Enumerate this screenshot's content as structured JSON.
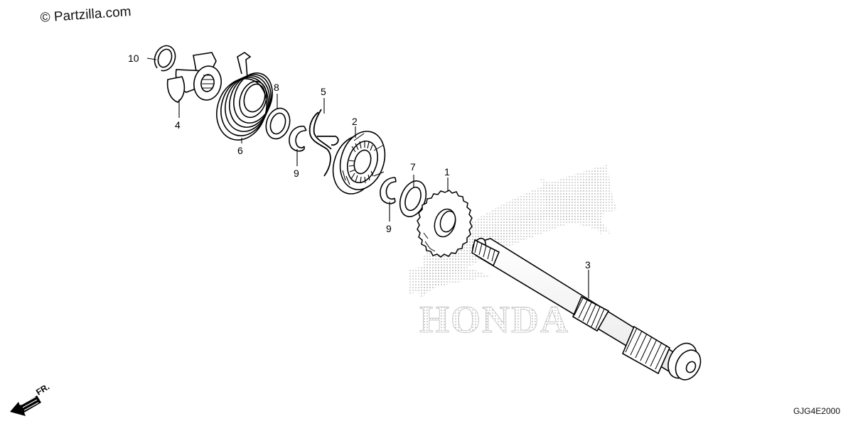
{
  "copyright": "© Partzilla.com",
  "diagram_code": "GJG4E2000",
  "direction_label": "FR.",
  "watermark": {
    "brand": "HONDA"
  },
  "parts": [
    {
      "ref": "1",
      "label": "1"
    },
    {
      "ref": "2",
      "label": "2"
    },
    {
      "ref": "3",
      "label": "3"
    },
    {
      "ref": "4",
      "label": "4"
    },
    {
      "ref": "5",
      "label": "5"
    },
    {
      "ref": "6",
      "label": "6"
    },
    {
      "ref": "7",
      "label": "7"
    },
    {
      "ref": "8",
      "label": "8"
    },
    {
      "ref": "9a",
      "label": "9"
    },
    {
      "ref": "9b",
      "label": "9"
    },
    {
      "ref": "10",
      "label": "10"
    }
  ]
}
